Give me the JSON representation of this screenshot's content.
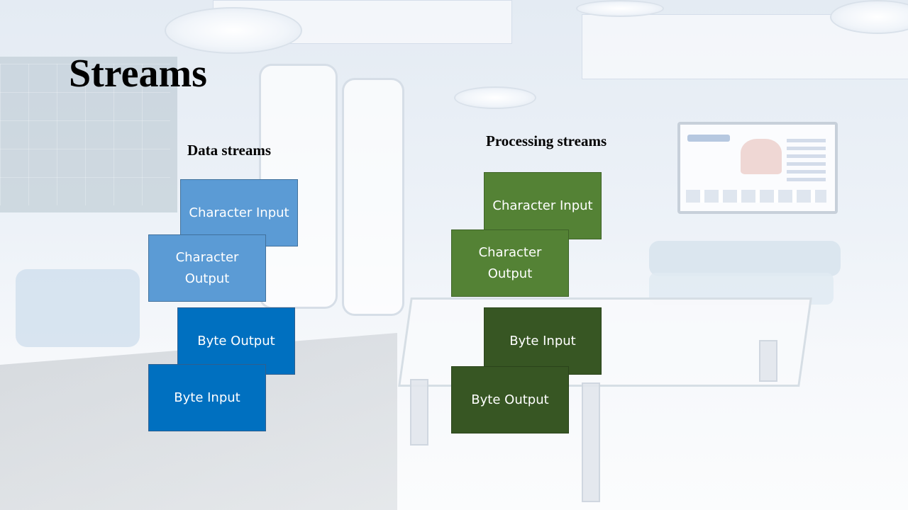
{
  "slide": {
    "title": "Streams"
  },
  "data_streams": {
    "heading": "Data streams",
    "boxes": [
      {
        "label": "Character Input",
        "color": "#5b9bd5"
      },
      {
        "label": "Character Output",
        "color": "#5b9bd5"
      },
      {
        "label": "Byte Output",
        "color": "#0070c0"
      },
      {
        "label": "Byte Input",
        "color": "#0070c0"
      }
    ]
  },
  "processing_streams": {
    "heading": "Processing streams",
    "boxes": [
      {
        "label": "Character Input",
        "color": "#548235"
      },
      {
        "label": "Character Output",
        "color": "#548235"
      },
      {
        "label": "Byte Input",
        "color": "#375623"
      },
      {
        "label": "Byte Output",
        "color": "#375623"
      }
    ]
  }
}
